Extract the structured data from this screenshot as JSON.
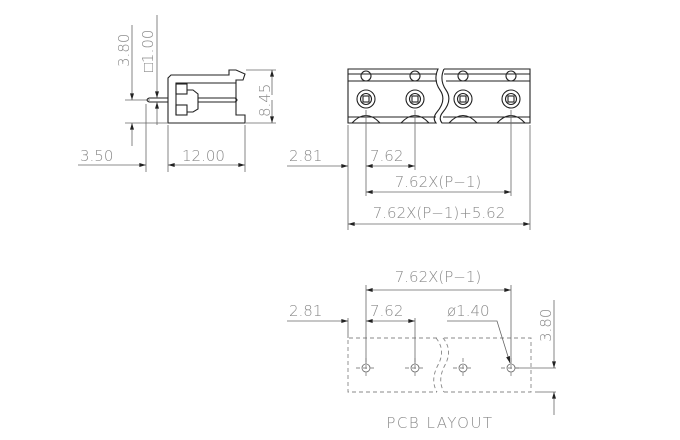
{
  "side_view": {
    "dim_3_80": "3.80",
    "dim_pin_square": "□1.00",
    "dim_8_45": "8.45",
    "dim_3_50": "3.50",
    "dim_12_00": "12.00"
  },
  "front_view": {
    "dim_2_81": "2.81",
    "dim_7_62": "7.62",
    "dim_pitch_total": "7.62X(P−1)",
    "dim_overall": "7.62X(P−1)+5.62"
  },
  "pcb_layout": {
    "dim_pitch_total": "7.62X(P−1)",
    "dim_2_81": "2.81",
    "dim_7_62": "7.62",
    "dim_hole": "ø1.40",
    "dim_3_80": "3.80",
    "title": "PCB LAYOUT"
  }
}
